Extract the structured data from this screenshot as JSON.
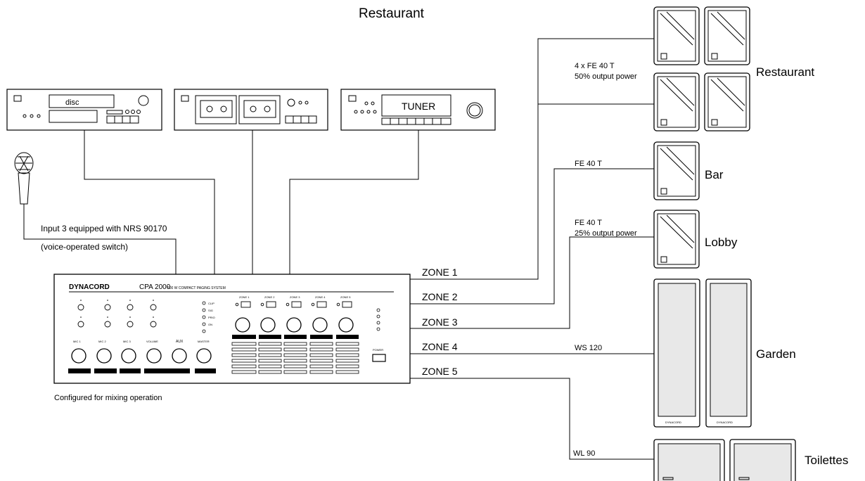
{
  "title": "Restaurant",
  "sources": {
    "cd_player": {
      "display": "disc"
    },
    "tuner": {
      "display": "TUNER"
    }
  },
  "microphone_note": {
    "line1": "Input 3 equipped with NRS 90170",
    "line2": "(voice-operated switch)"
  },
  "amplifier": {
    "brand": "DYNACORD",
    "model": "CPA 2000",
    "subtitle": "500 W COMPACT PAGING SYSTEM",
    "zone_labels": [
      "ZONE 1",
      "ZONE 2",
      "ZONE 3",
      "ZONE 4",
      "ZONE 5"
    ],
    "knob_labels": [
      "MIC 1",
      "MIC 2",
      "MIC 3",
      "VOLUME",
      "AUX",
      "MASTER"
    ],
    "indicator_labels": [
      "CLIP",
      "SIG",
      "PRIO",
      "ON"
    ],
    "power_label": "POWER",
    "caption": "Configured for mixing operation"
  },
  "zones": [
    {
      "label": "ZONE 1",
      "speaker_spec": "4 x FE 40 T",
      "power_note": "50% output power",
      "area": "Restaurant"
    },
    {
      "label": "ZONE 2",
      "speaker_spec": "FE 40 T",
      "power_note": "",
      "area": "Bar"
    },
    {
      "label": "ZONE 3",
      "speaker_spec": "FE 40 T",
      "power_note": "25% output power",
      "area": "Lobby"
    },
    {
      "label": "ZONE 4",
      "speaker_spec": "WS 120",
      "power_note": "",
      "area": "Garden"
    },
    {
      "label": "ZONE 5",
      "speaker_spec": "WL 90",
      "power_note": "",
      "area": "Toilettes"
    }
  ],
  "garden_speaker_brand": "DYNACORD"
}
